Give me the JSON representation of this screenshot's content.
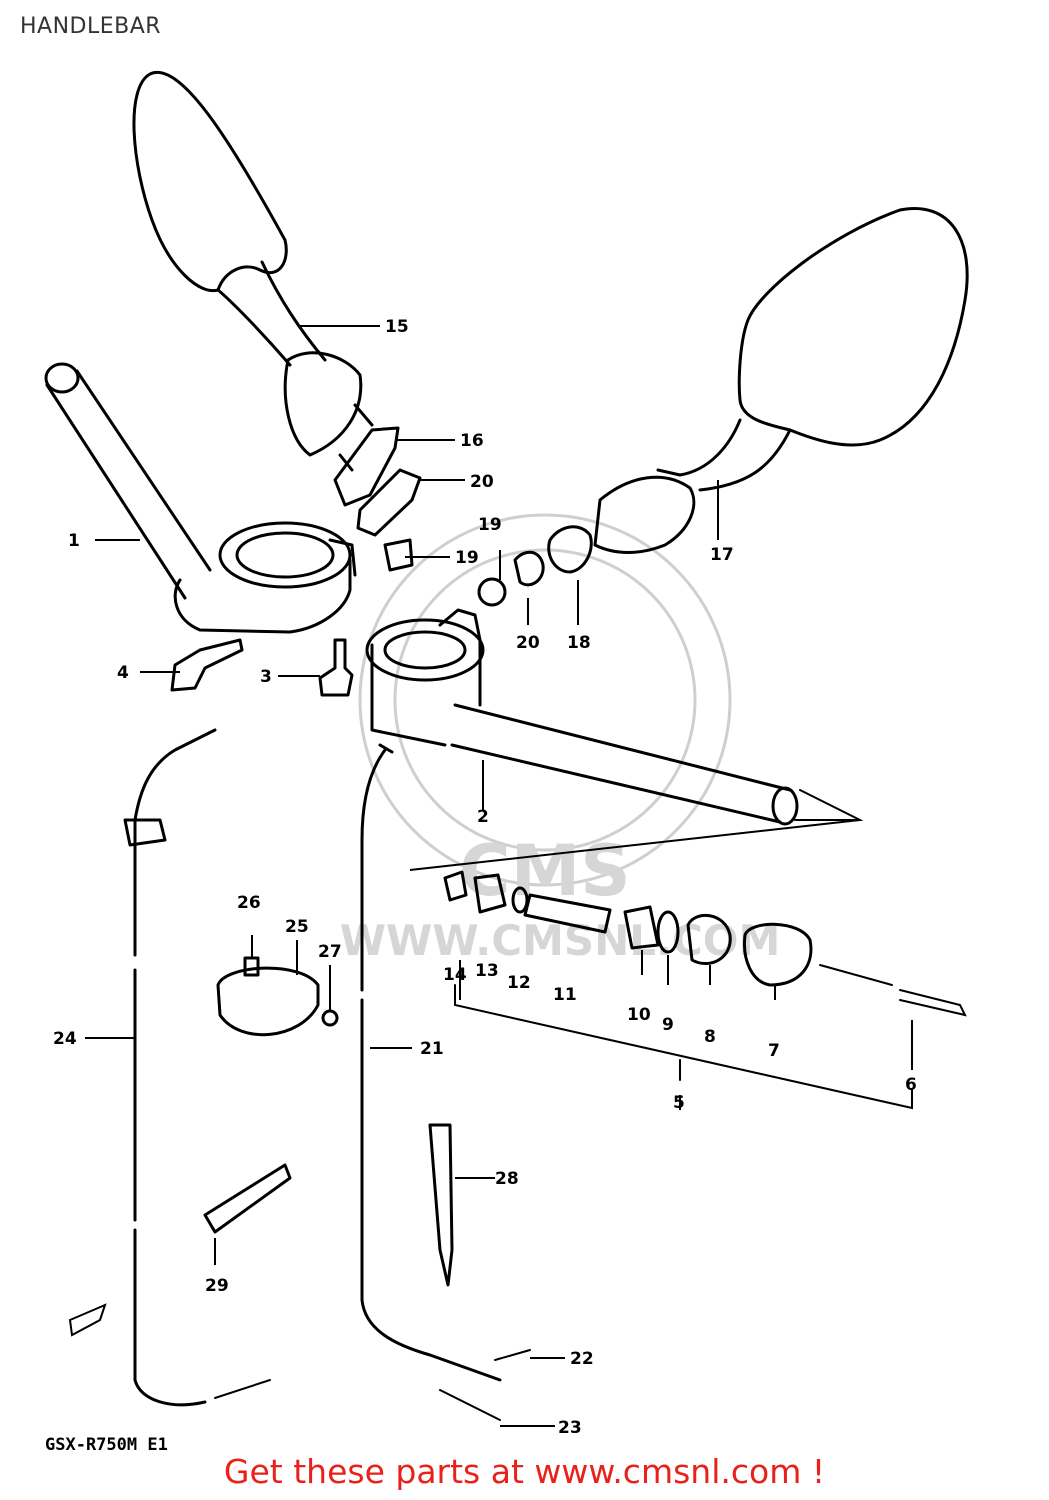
{
  "title": "HANDLEBAR",
  "model_code": "GSX-R750M E1",
  "promo": "Get these parts at www.cmsnl.com !",
  "watermark": {
    "logo_text": "CMS",
    "url_text": "WWW.CMSNL.COM"
  },
  "callouts": {
    "c1": "1",
    "c2": "2",
    "c3": "3",
    "c4": "4",
    "c5": "5",
    "c6": "6",
    "c7": "7",
    "c8": "8",
    "c9": "9",
    "c10": "10",
    "c11": "11",
    "c12": "12",
    "c13": "13",
    "c14": "14",
    "c15": "15",
    "c16": "16",
    "c17": "17",
    "c18": "18",
    "c19a": "19",
    "c19b": "19",
    "c20a": "20",
    "c20b": "20",
    "c21": "21",
    "c22": "22",
    "c23": "23",
    "c24": "24",
    "c25": "25",
    "c26": "26",
    "c27": "27",
    "c28": "28",
    "c29": "29"
  },
  "colors": {
    "promo": "#e8221b",
    "line": "#000000",
    "watermark": "#d6d6d6"
  }
}
